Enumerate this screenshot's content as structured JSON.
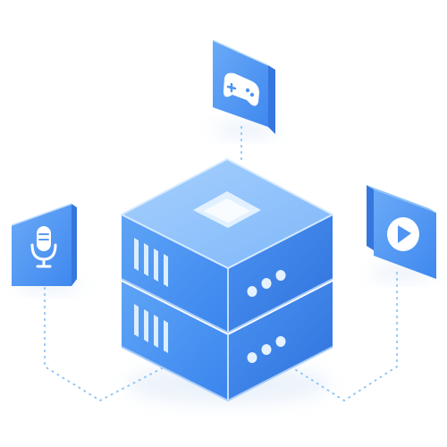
{
  "illustration": {
    "subject": "server-stack-with-connected-service-tiles",
    "tiles": [
      {
        "id": "voice",
        "icon": "microphone-icon"
      },
      {
        "id": "game",
        "icon": "gamepad-icon"
      },
      {
        "id": "video",
        "icon": "play-icon"
      }
    ],
    "server": {
      "units": 2,
      "status_lights_per_unit": 3,
      "vent_slots_per_unit": 4
    },
    "colors": {
      "primary": "#5a9bf3",
      "front": "#3b86ee",
      "side": "#2f73dc",
      "top": "#8cc1fb",
      "edge": "#c2deff",
      "light": "#e6f2ff",
      "connector": "#8ec5f7",
      "background": "#ffffff"
    }
  }
}
